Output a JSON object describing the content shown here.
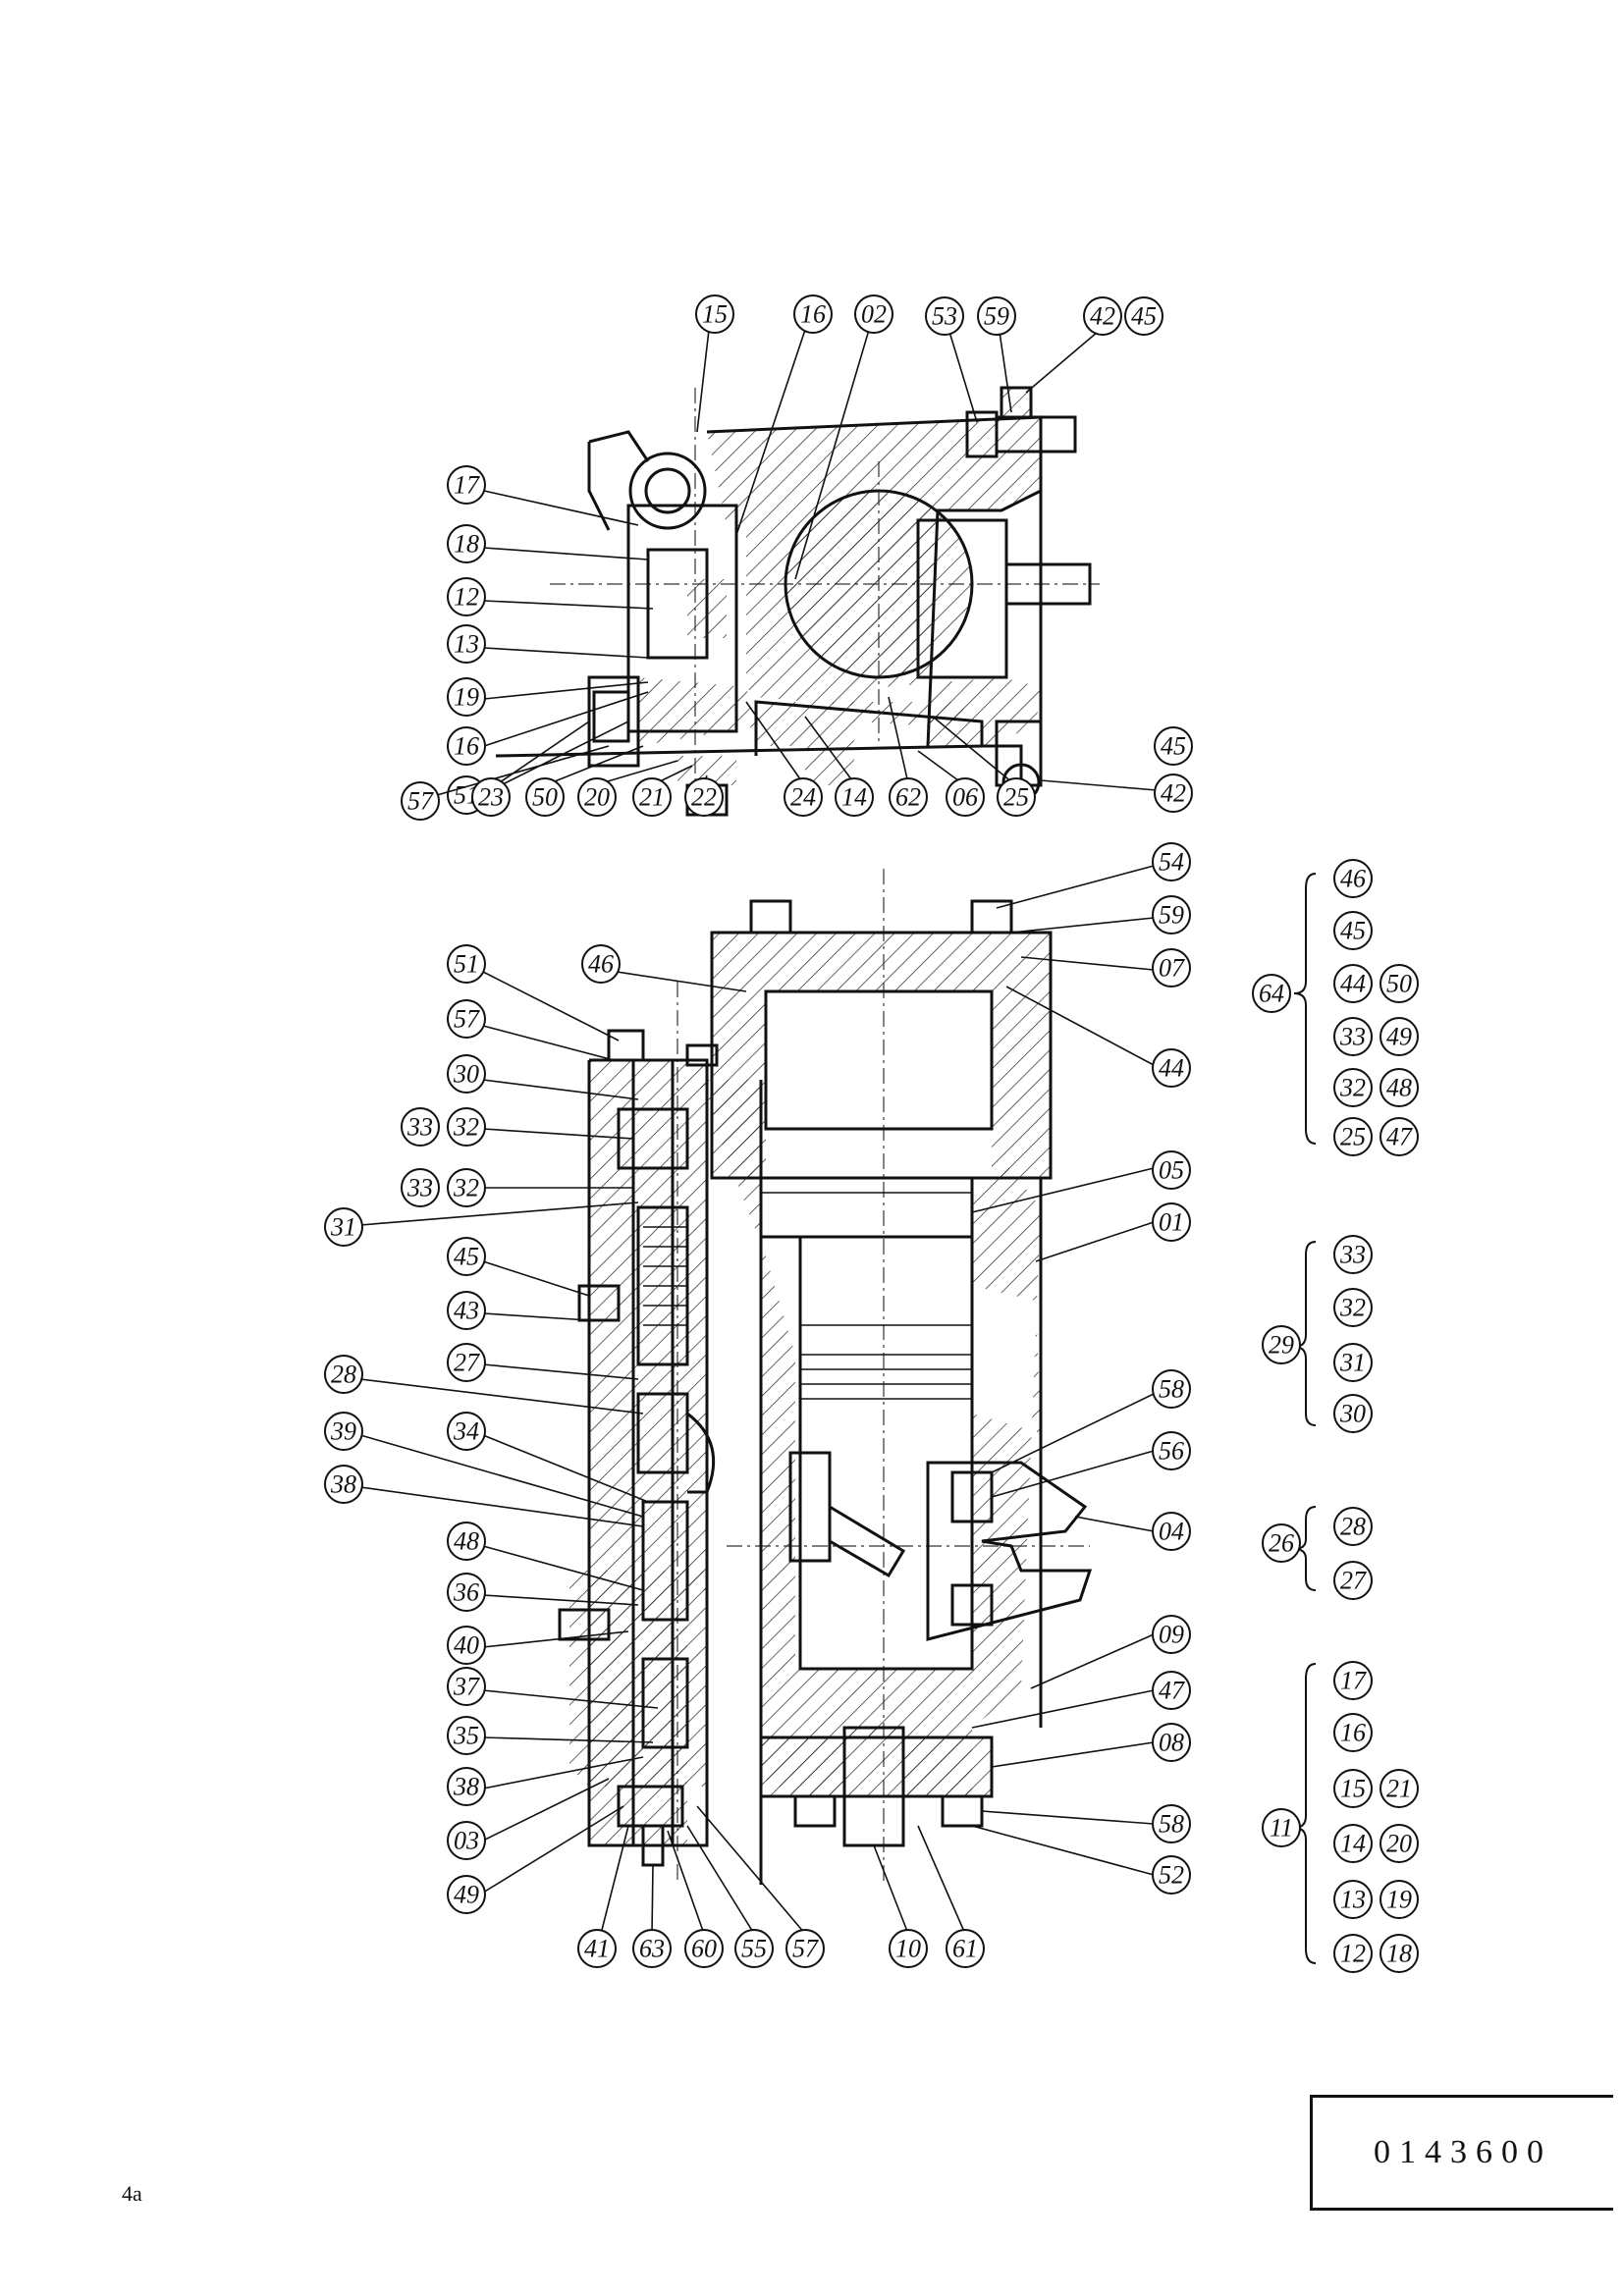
{
  "page": {
    "label": "4a",
    "drawing_number": "0143600"
  },
  "top_view": {
    "callouts": [
      "15",
      "16",
      "02",
      "53",
      "59",
      "42",
      "45",
      "17",
      "18",
      "12",
      "13",
      "19",
      "16",
      "51",
      "57",
      "23",
      "50",
      "20",
      "21",
      "22",
      "24",
      "14",
      "62",
      "06",
      "25",
      "42",
      "45"
    ]
  },
  "section_view": {
    "callouts": [
      "51",
      "57",
      "30",
      "32",
      "33",
      "32",
      "33",
      "31",
      "45",
      "43",
      "27",
      "28",
      "39",
      "34",
      "38",
      "48",
      "36",
      "40",
      "37",
      "35",
      "38",
      "03",
      "49",
      "41",
      "63",
      "60",
      "55",
      "57",
      "10",
      "61",
      "46",
      "44",
      "54",
      "59",
      "07",
      "05",
      "01",
      "58",
      "56",
      "04",
      "09",
      "47",
      "08",
      "58",
      "52"
    ]
  },
  "groups": [
    {
      "id": "64",
      "members": [
        [
          "25",
          "32",
          "33",
          "44",
          "45",
          "46"
        ],
        [
          "47",
          "48",
          "49",
          "50"
        ]
      ]
    },
    {
      "id": "29",
      "members": [
        [
          "30",
          "31",
          "32",
          "33"
        ]
      ]
    },
    {
      "id": "26",
      "members": [
        [
          "27",
          "28"
        ]
      ]
    },
    {
      "id": "11",
      "members": [
        [
          "12",
          "13",
          "14",
          "15",
          "16",
          "17"
        ],
        [
          "18",
          "19",
          "20",
          "21"
        ]
      ]
    }
  ]
}
